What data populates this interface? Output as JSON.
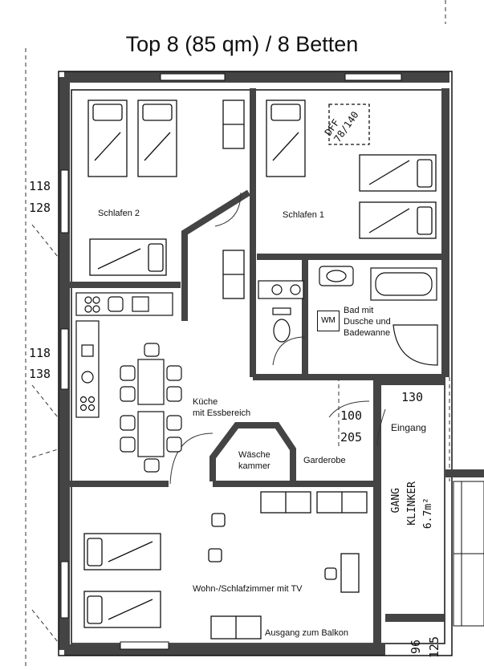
{
  "title": "Top 8 (85 qm) / 8 Betten",
  "rooms": {
    "schlafen2": "Schlafen 2",
    "schlafen1": "Schlafen 1",
    "bad_line1": "Bad mit",
    "bad_line2": "Dusche und",
    "bad_line3": "Badewanne",
    "kueche_line1": "Küche",
    "kueche_line2": "mit Essbereich",
    "waesche_line1": "Wäsche",
    "waesche_line2": "kammer",
    "garderobe": "Garderobe",
    "eingang": "Eingang",
    "wohn": "Wohn-/Schlafzimmer mit TV",
    "balkon": "Ausgang zum Balkon"
  },
  "fixtures": {
    "washing_machine": "WM",
    "door_label_line1": "DFF",
    "door_label_line2": "78/140"
  },
  "dimensions": {
    "d118a": "118",
    "d128": "128",
    "d118b": "118",
    "d138": "138",
    "d100": "100",
    "d205": "205",
    "d130": "130",
    "gang_line1": "GANG",
    "gang_line2": "KLINKER",
    "gang_line3": "6.7m²",
    "d96": "96",
    "d125": "125"
  }
}
